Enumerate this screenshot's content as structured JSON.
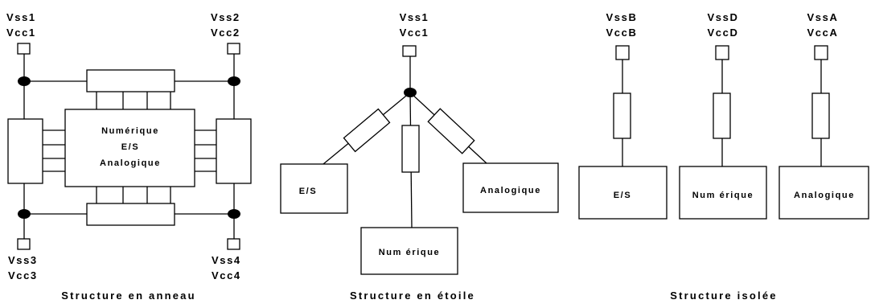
{
  "ring": {
    "label_tl": [
      "Vss1",
      "Vcc1"
    ],
    "label_tr": [
      "Vss2",
      "Vcc2"
    ],
    "label_bl": [
      "Vss3",
      "Vcc3"
    ],
    "label_br": [
      "Vss4",
      "Vcc4"
    ],
    "center_lines": [
      "Numérique",
      "E/S",
      "Analogique"
    ],
    "caption": "Structure en anneau"
  },
  "star": {
    "label_top": [
      "Vss1",
      "Vcc1"
    ],
    "box_es": "E/S",
    "box_numerique": "Num érique",
    "box_analogique": "Analogique",
    "caption": "Structure en étoile"
  },
  "isolated": {
    "col_b": [
      "VssB",
      "VccB"
    ],
    "col_d": [
      "VssD",
      "VccD"
    ],
    "col_a": [
      "VssA",
      "VccA"
    ],
    "box_es": "E/S",
    "box_numerique": "Num érique",
    "box_analogique": "Analogique",
    "caption": "Structure isolée"
  }
}
